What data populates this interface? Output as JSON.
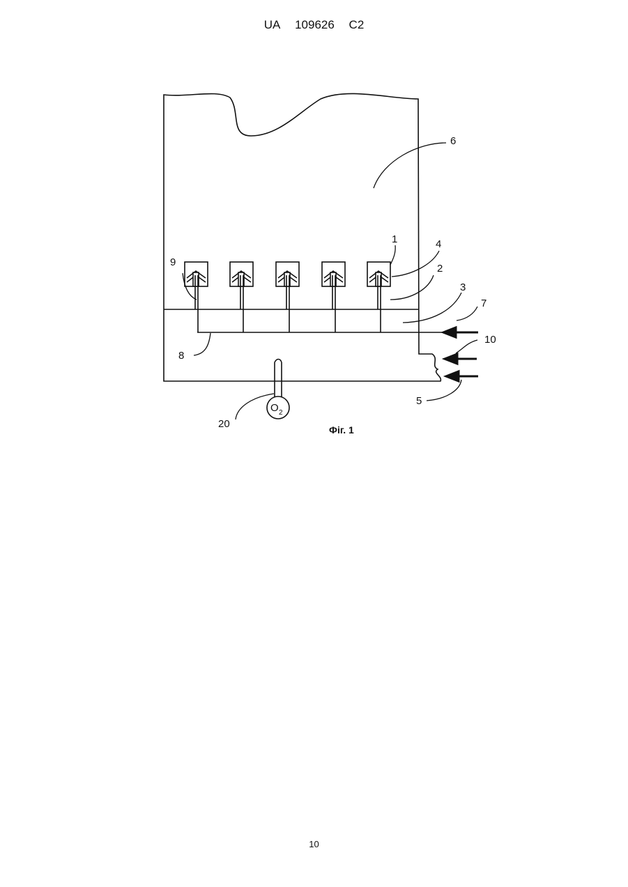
{
  "header": {
    "country": "UA",
    "number": "109626",
    "kind": "C2"
  },
  "figure": {
    "caption": "Фіг. 1",
    "labels": {
      "l1": "1",
      "l2": "2",
      "l3": "3",
      "l4": "4",
      "l5": "5",
      "l6": "6",
      "l7": "7",
      "l8": "8",
      "l9": "9",
      "l10": "10",
      "l20": "20"
    },
    "o2": {
      "main": "O",
      "sub": "2"
    }
  },
  "page_number": "10"
}
